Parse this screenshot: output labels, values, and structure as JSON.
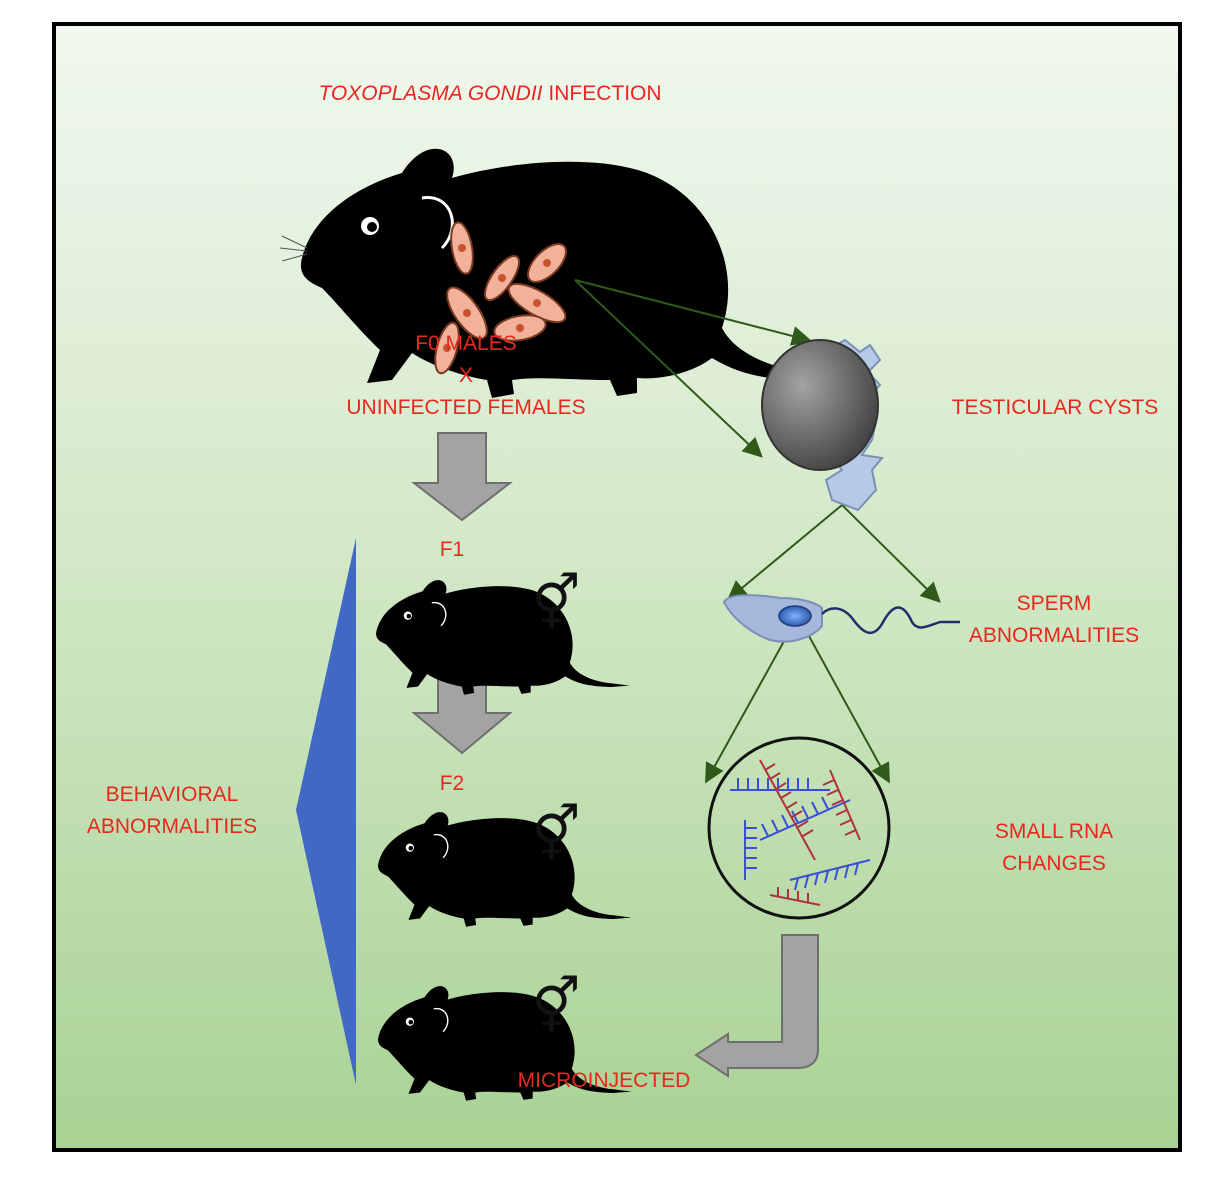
{
  "title": {
    "italic": "TOXOPLASMA GONDII",
    "rest": " INFECTION"
  },
  "labels": {
    "cross_line1": "F0 MALES",
    "cross_line2": "X",
    "cross_line3": "UNINFECTED FEMALES",
    "f1": "F1",
    "f2": "F2",
    "testicular": "TESTICULAR CYSTS",
    "sperm_line1": "SPERM",
    "sperm_line2": "ABNORMALITIES",
    "rna_line1": "SMALL RNA",
    "rna_line2": "CHANGES",
    "behavior_line1": "BEHAVIORAL",
    "behavior_line2": "ABNORMALITIES",
    "microinjected": "MICROINJECTED"
  },
  "symbols": {
    "sex_f1": "⚥",
    "sex_f2": "⚥",
    "sex_micro": "⚥"
  },
  "colors": {
    "label_red": "#e8281e",
    "arrow_green": "#2f5a1a",
    "block_arrow_gray": "#a3a3a3",
    "wedge_blue": "#4169c4",
    "parasite_fill": "#f2b29a",
    "parasite_nucleus": "#c8552f",
    "rna_blue": "#3a4fd6",
    "rna_red": "#b0323a"
  },
  "icons": [
    "mouse-icon",
    "parasite-icon",
    "testis-icon",
    "sperm-icon",
    "rna-circle-icon"
  ]
}
